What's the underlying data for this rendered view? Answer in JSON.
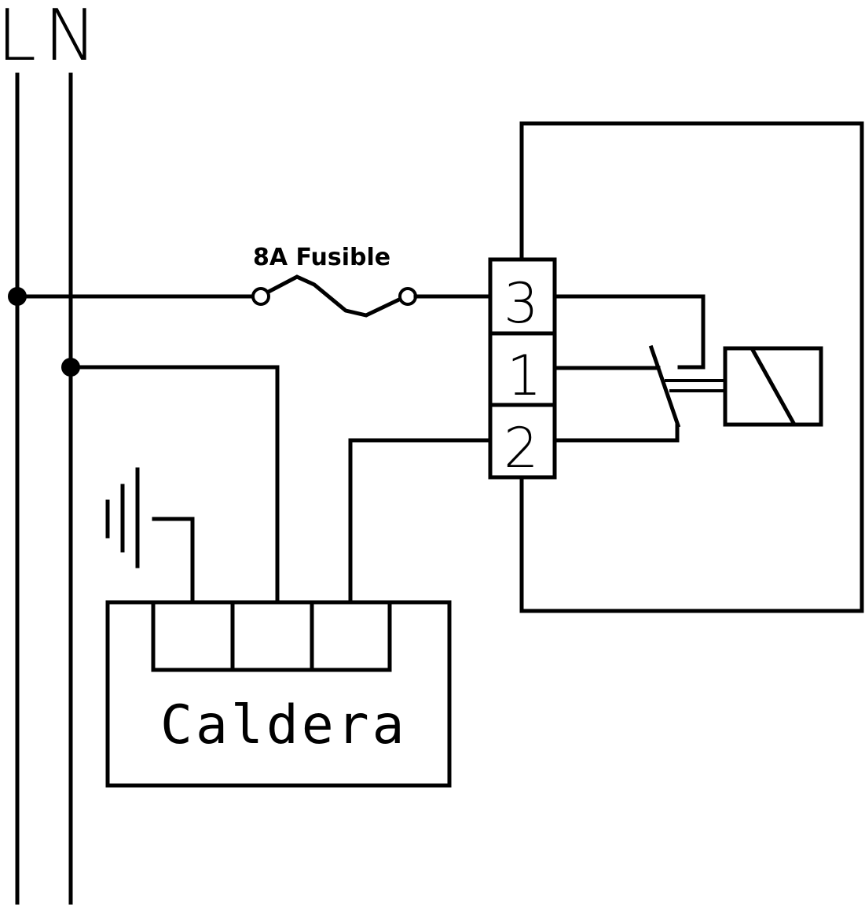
{
  "rails": {
    "live": "L",
    "neutral": "N"
  },
  "fuse": {
    "label": "8A Fusible"
  },
  "terminals": [
    "3",
    "1",
    "2"
  ],
  "boiler": {
    "label": "Caldera"
  },
  "colors": {
    "line": "#000000",
    "background": "#ffffff"
  },
  "icons": [
    "ground-icon",
    "relay-coil-icon",
    "relay-contact-icon",
    "fuse-icon"
  ]
}
